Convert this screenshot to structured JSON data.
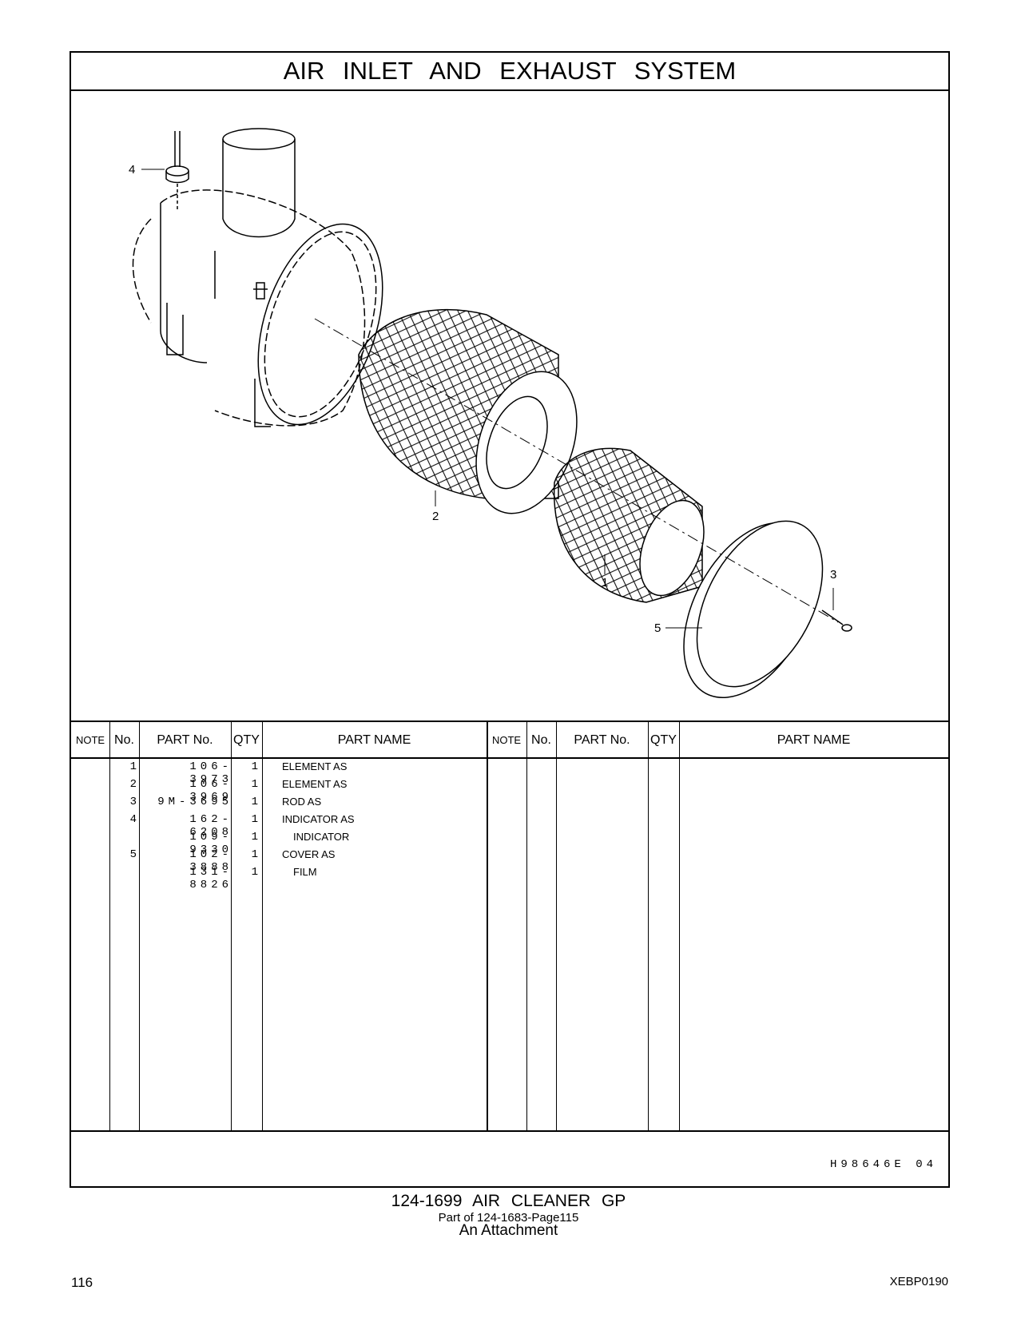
{
  "title": "AIR   INLET   AND   EXHAUST   SYSTEM",
  "callouts": [
    "4",
    "2",
    "1",
    "3",
    "5"
  ],
  "table": {
    "headers": {
      "note": "NOTE",
      "no": "No.",
      "part_no": "PART No.",
      "qty": "QTY",
      "part_name": "PART NAME"
    },
    "rows": [
      {
        "no": "1",
        "part_no": "106-3973",
        "qty": "1",
        "name": "ELEMENT  AS"
      },
      {
        "no": "2",
        "part_no": "106-3969",
        "qty": "1",
        "name": "ELEMENT  AS"
      },
      {
        "no": "3",
        "part_no": "9M-3695",
        "qty": "1",
        "name": "ROD  AS"
      },
      {
        "no": "4",
        "part_no": "162-6208",
        "qty": "1",
        "name": "INDICATOR  AS"
      },
      {
        "no": "",
        "part_no": "109-9330",
        "qty": "1",
        "name": "INDICATOR"
      },
      {
        "no": "5",
        "part_no": "102-3888",
        "qty": "1",
        "name": "COVER  AS"
      },
      {
        "no": "",
        "part_no": "131-8826",
        "qty": "1",
        "name": "FILM"
      }
    ]
  },
  "ref_code": "H98646E    04",
  "caption": {
    "main": "124-1699   AIR  CLEANER  GP",
    "sub": "Part of 124-1683-Page115",
    "sub2": "An Attachment"
  },
  "page_number": "116",
  "doc_code": "XEBP0190"
}
